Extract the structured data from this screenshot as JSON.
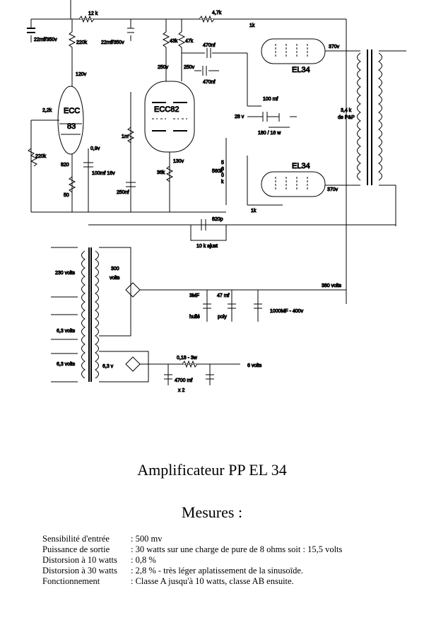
{
  "schematic": {
    "labels": {
      "r_12k": "12 k",
      "r_4k7": "4,7k",
      "c_22a": "22mf/350v",
      "c_22b": "22mf/350v",
      "r_220k_top": "220k",
      "r_43k": "43k",
      "r_47k": "47k",
      "c_470_a": "470nf",
      "r_1k_top": "1k",
      "v_370_top": "370v",
      "v_120": "120v",
      "v_250a": "250v",
      "v_250b": "250v",
      "c_470_b": "470nf",
      "r_2k2": "2,2k",
      "r_1m": "1m",
      "c_100mf": "100 mf",
      "v_28": "28 v",
      "r_180": "180 / 16 w",
      "out_imp": "3,4 k",
      "out_pp": "de P&P",
      "v_09": "0,9v",
      "r_220k_in": "220k",
      "r_820": "820",
      "c_100_16": "100mf 16v",
      "r_36k": "36k",
      "v_130": "130v",
      "r_560k": "560k",
      "r_560_vert": "5\n6\n0\nk",
      "v_370_bot": "370v",
      "r_50": "50",
      "c_250nf": "250nf",
      "r_1k_bot": "1k",
      "c_820p": "820p",
      "r_10k": "10 k ajust",
      "v_230": "230 volts",
      "v_300a": "300",
      "v_300b": "volts",
      "v_380": "380 volts",
      "c_3mf": "3MF",
      "c_47": "47 mf",
      "c_1000": "1000MF - 400v",
      "huile": "huilé",
      "poly": "poly",
      "v_63a": "6,3 volts",
      "v_63b": "6,3 volts",
      "v_63c": "6,3 v",
      "r_018": "0,18 - 3w",
      "v_6": "6 volts",
      "c_4700": "4700 mf",
      "x2": "x 2"
    },
    "tubes": {
      "ecc83_a": "ECC",
      "ecc83_b": "83",
      "ecc82": "ECC82",
      "el34_top": "EL34",
      "el34_bot": "EL34"
    }
  },
  "title": "Amplificateur PP EL 34",
  "measures_title": "Mesures :",
  "specs": [
    {
      "label": "Sensibilité d'entrée",
      "value": ": 500 mv"
    },
    {
      "label": "Puissance de sortie",
      "value": ": 30 watts sur une charge de pure de 8 ohms soit : 15,5 volts"
    },
    {
      "label": "Distorsion à 10 watts",
      "value": ": 0,8 %"
    },
    {
      "label": "Distorsion à 30 watts",
      "value": ": 2,8 % - très léger aplatissement de la sinusoïde."
    },
    {
      "label": "Fonctionnement",
      "value": ": Classe A jusqu'à 10 watts, classe AB ensuite."
    }
  ]
}
